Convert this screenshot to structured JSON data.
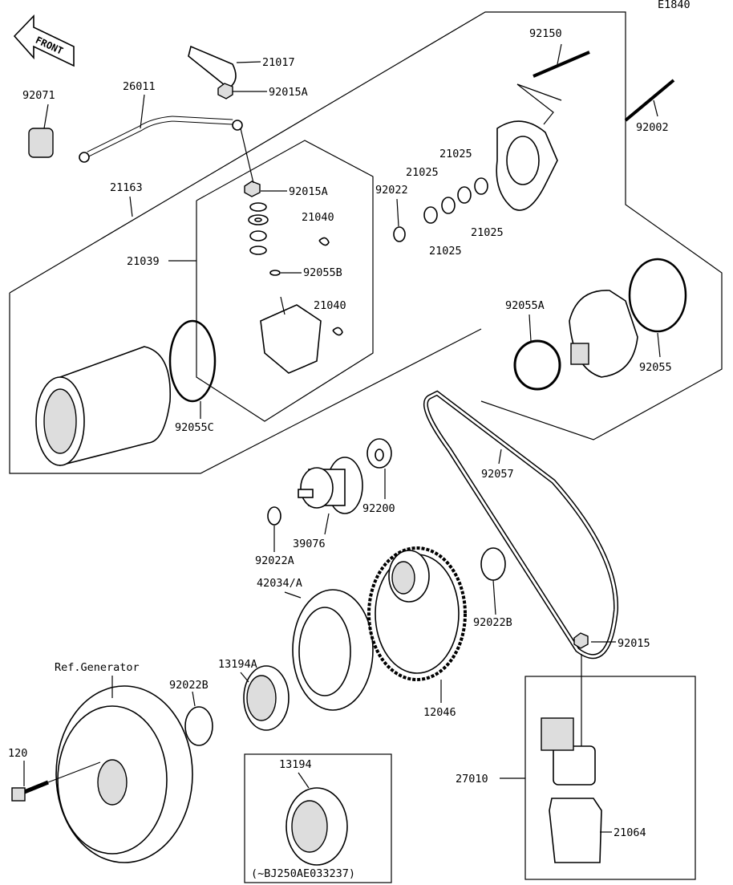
{
  "diagram_code": "E1840",
  "front_label": "FRONT",
  "parts": {
    "p92071": "92071",
    "p26011": "26011",
    "p21017": "21017",
    "p92015A_top": "92015A",
    "p92150": "92150",
    "p92002": "92002",
    "p21163": "21163",
    "p92015A_mid": "92015A",
    "p92022": "92022",
    "p21025_a": "21025",
    "p21025_b": "21025",
    "p21025_c": "21025",
    "p21025_d": "21025",
    "p21040_a": "21040",
    "p21039": "21039",
    "p92055B": "92055B",
    "p21040_b": "21040",
    "p92055A": "92055A",
    "p92055": "92055",
    "p92055C": "92055C",
    "p92057": "92057",
    "p92200": "92200",
    "p39076": "39076",
    "p92022A": "92022A",
    "p42034A": "42034/A",
    "p92022B_right": "92022B",
    "p92015": "92015",
    "p13194A": "13194A",
    "ref_generator": "Ref.Generator",
    "p92022B_left": "92022B",
    "p12046": "12046",
    "p120": "120",
    "p13194": "13194",
    "p27010": "27010",
    "p21064": "21064",
    "serial_note": "(~BJ250AE033237)"
  }
}
